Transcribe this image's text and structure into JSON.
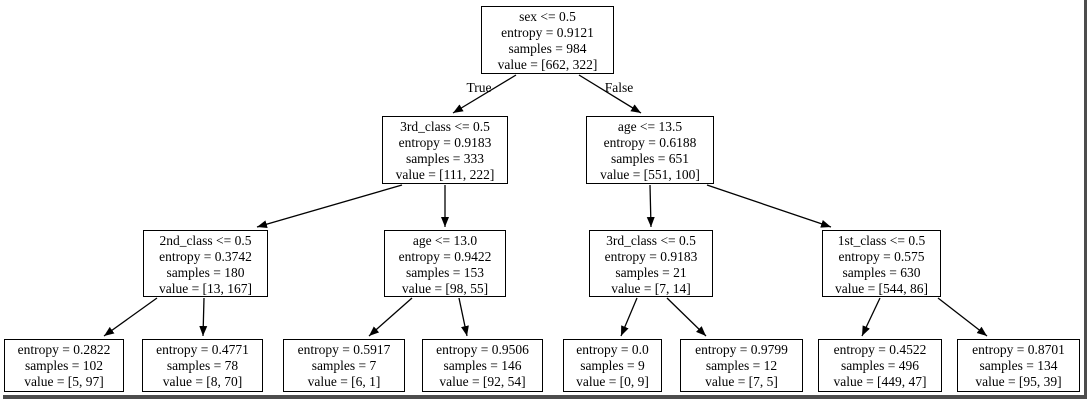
{
  "frame": {
    "background": "#ffffff",
    "shadow_color": "#4d4d4d",
    "node_border_color": "#000000",
    "text_color": "#000000"
  },
  "tree": {
    "edge_labels": {
      "true": "True",
      "false": "False"
    },
    "nodes": [
      {
        "condition": "sex <= 0.5",
        "entropy": "entropy = 0.9121",
        "samples": "samples = 984",
        "value": "value = [662, 322]"
      },
      {
        "condition": "3rd_class <= 0.5",
        "entropy": "entropy = 0.9183",
        "samples": "samples = 333",
        "value": "value = [111, 222]"
      },
      {
        "condition": "age <= 13.5",
        "entropy": "entropy = 0.6188",
        "samples": "samples = 651",
        "value": "value = [551, 100]"
      },
      {
        "condition": "2nd_class <= 0.5",
        "entropy": "entropy = 0.3742",
        "samples": "samples = 180",
        "value": "value = [13, 167]"
      },
      {
        "condition": "age <= 13.0",
        "entropy": "entropy = 0.9422",
        "samples": "samples = 153",
        "value": "value = [98, 55]"
      },
      {
        "condition": "3rd_class <= 0.5",
        "entropy": "entropy = 0.9183",
        "samples": "samples = 21",
        "value": "value = [7, 14]"
      },
      {
        "condition": "1st_class <= 0.5",
        "entropy": "entropy = 0.575",
        "samples": "samples = 630",
        "value": "value = [544, 86]"
      },
      {
        "entropy": "entropy = 0.2822",
        "samples": "samples = 102",
        "value": "value = [5, 97]"
      },
      {
        "entropy": "entropy = 0.4771",
        "samples": "samples = 78",
        "value": "value = [8, 70]"
      },
      {
        "entropy": "entropy = 0.5917",
        "samples": "samples = 7",
        "value": "value = [6, 1]"
      },
      {
        "entropy": "entropy = 0.9506",
        "samples": "samples = 146",
        "value": "value = [92, 54]"
      },
      {
        "entropy": "entropy = 0.0",
        "samples": "samples = 9",
        "value": "value = [0, 9]"
      },
      {
        "entropy": "entropy = 0.9799",
        "samples": "samples = 12",
        "value": "value = [7, 5]"
      },
      {
        "entropy": "entropy = 0.4522",
        "samples": "samples = 496",
        "value": "value = [449, 47]"
      },
      {
        "entropy": "entropy = 0.8701",
        "samples": "samples = 134",
        "value": "value = [95, 39]"
      }
    ]
  }
}
